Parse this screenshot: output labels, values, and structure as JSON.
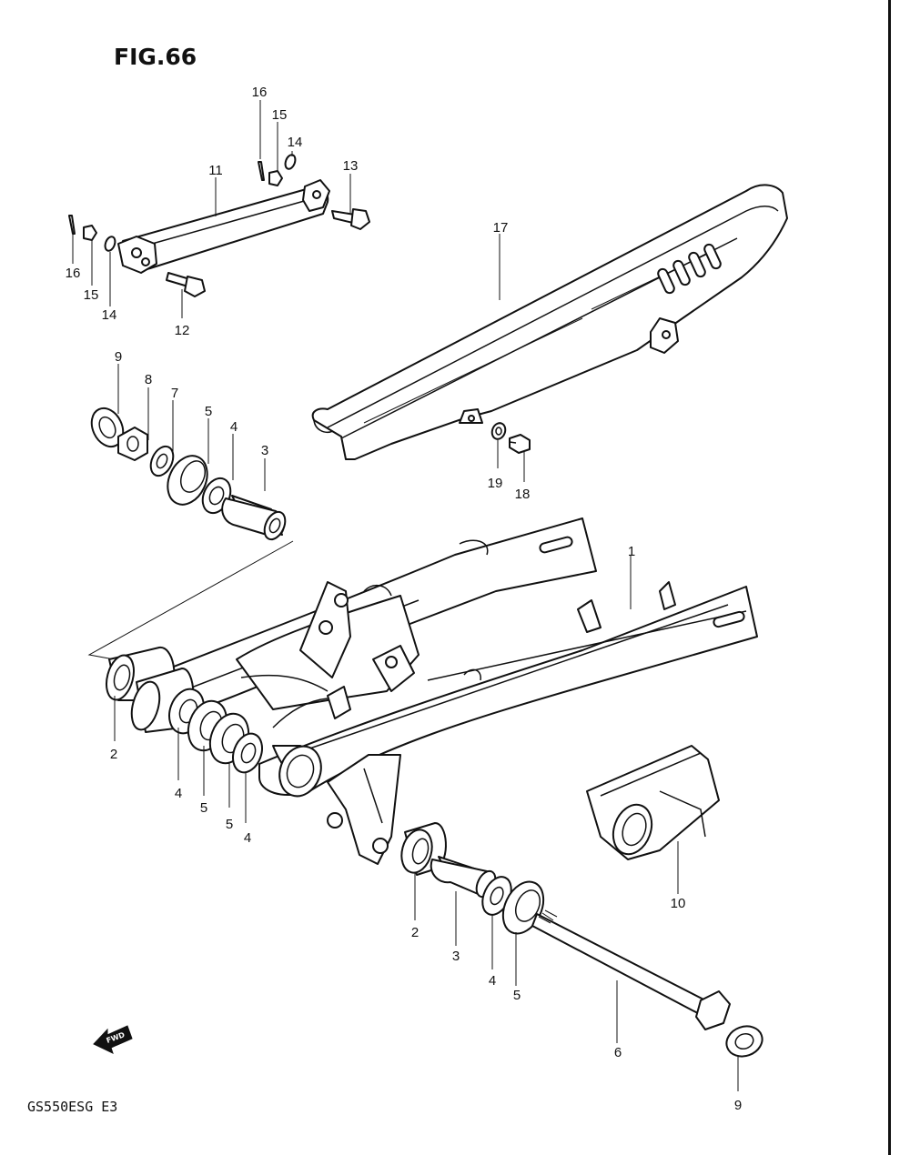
{
  "figure": {
    "title": "FIG.66",
    "model_code": "GS550ESG  E3",
    "fwd_label": "FWD"
  },
  "callouts": {
    "c1": "1",
    "c2a": "2",
    "c2b": "2",
    "c3a": "3",
    "c3b": "3",
    "c4a": "4",
    "c4b": "4",
    "c4c": "4",
    "c4d": "4",
    "c5a": "5",
    "c5b": "5",
    "c5c": "5",
    "c5d": "5",
    "c6": "6",
    "c7": "7",
    "c8": "8",
    "c9a": "9",
    "c9b": "9",
    "c10": "10",
    "c11": "11",
    "c12": "12",
    "c13": "13",
    "c14a": "14",
    "c14b": "14",
    "c15a": "15",
    "c15b": "15",
    "c16a": "16",
    "c16b": "16",
    "c17": "17",
    "c18": "18",
    "c19": "19"
  }
}
